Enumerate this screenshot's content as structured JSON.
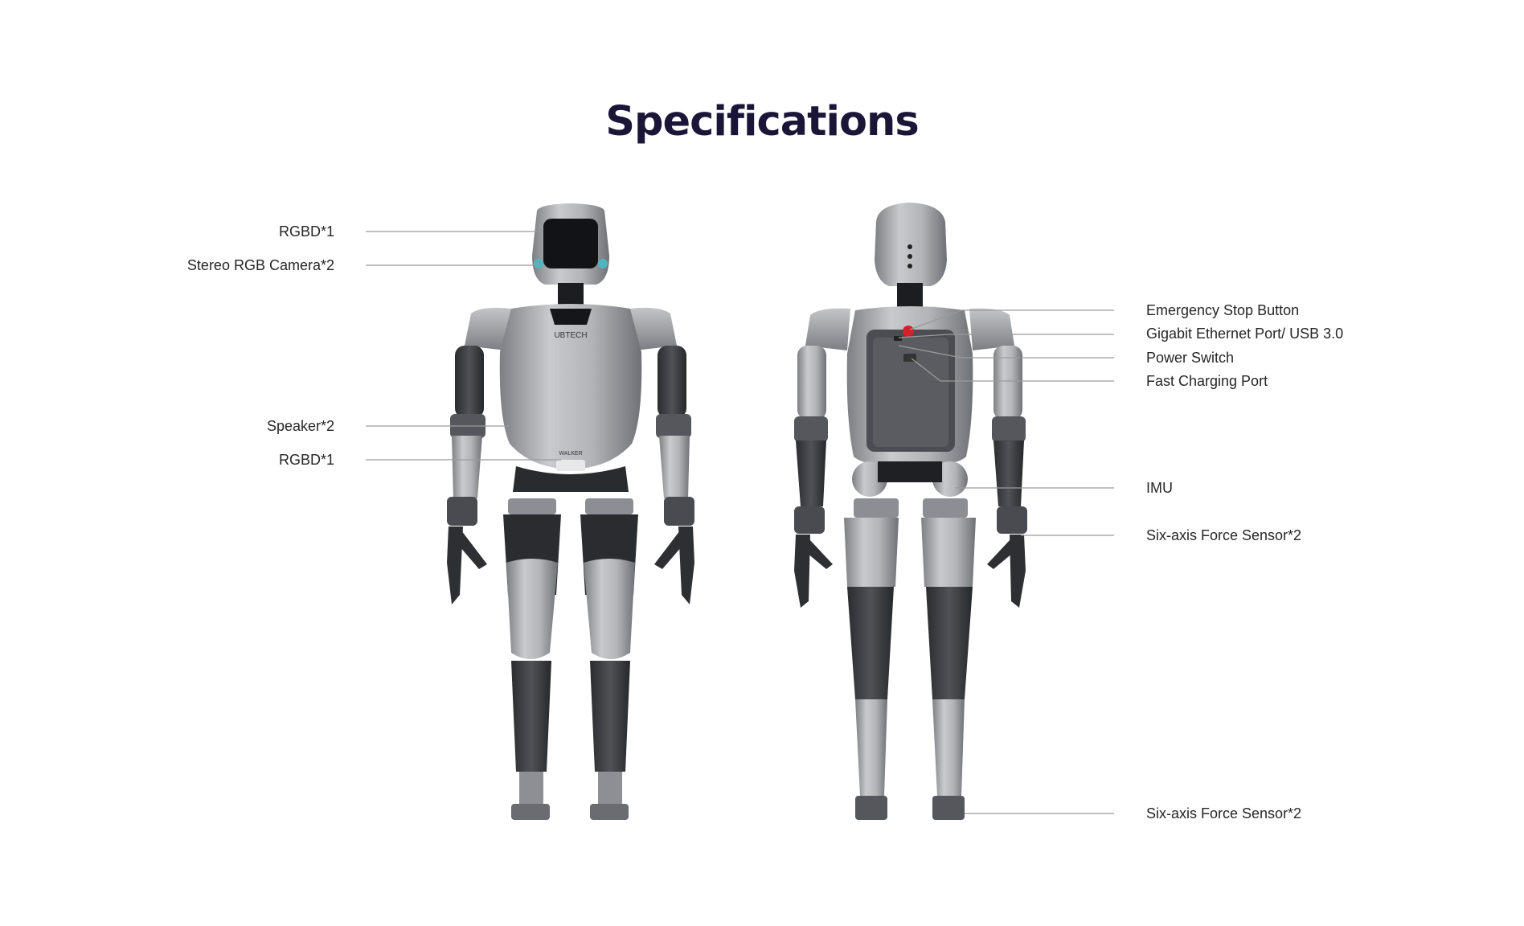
{
  "title": "Specifications",
  "robot_brand": "UBTECH",
  "robot_model": "WALKER",
  "left_labels": [
    "RGBD*1",
    "Stereo RGB Camera*2",
    "Speaker*2",
    "RGBD*1"
  ],
  "right_labels": [
    "Emergency Stop Button",
    "Gigabit Ethernet Port/ USB 3.0",
    "Power Switch",
    "Fast Charging Port",
    "IMU",
    "Six-axis Force Sensor*2",
    "Six-axis Force Sensor*2"
  ],
  "colors": {
    "title": "#1b1538",
    "text": "#262626",
    "leader_line": "#9a9a9a",
    "robot_silver": "#a8a9ad",
    "robot_dark": "#3a3b3f",
    "emergency_button": "#d3212b"
  }
}
